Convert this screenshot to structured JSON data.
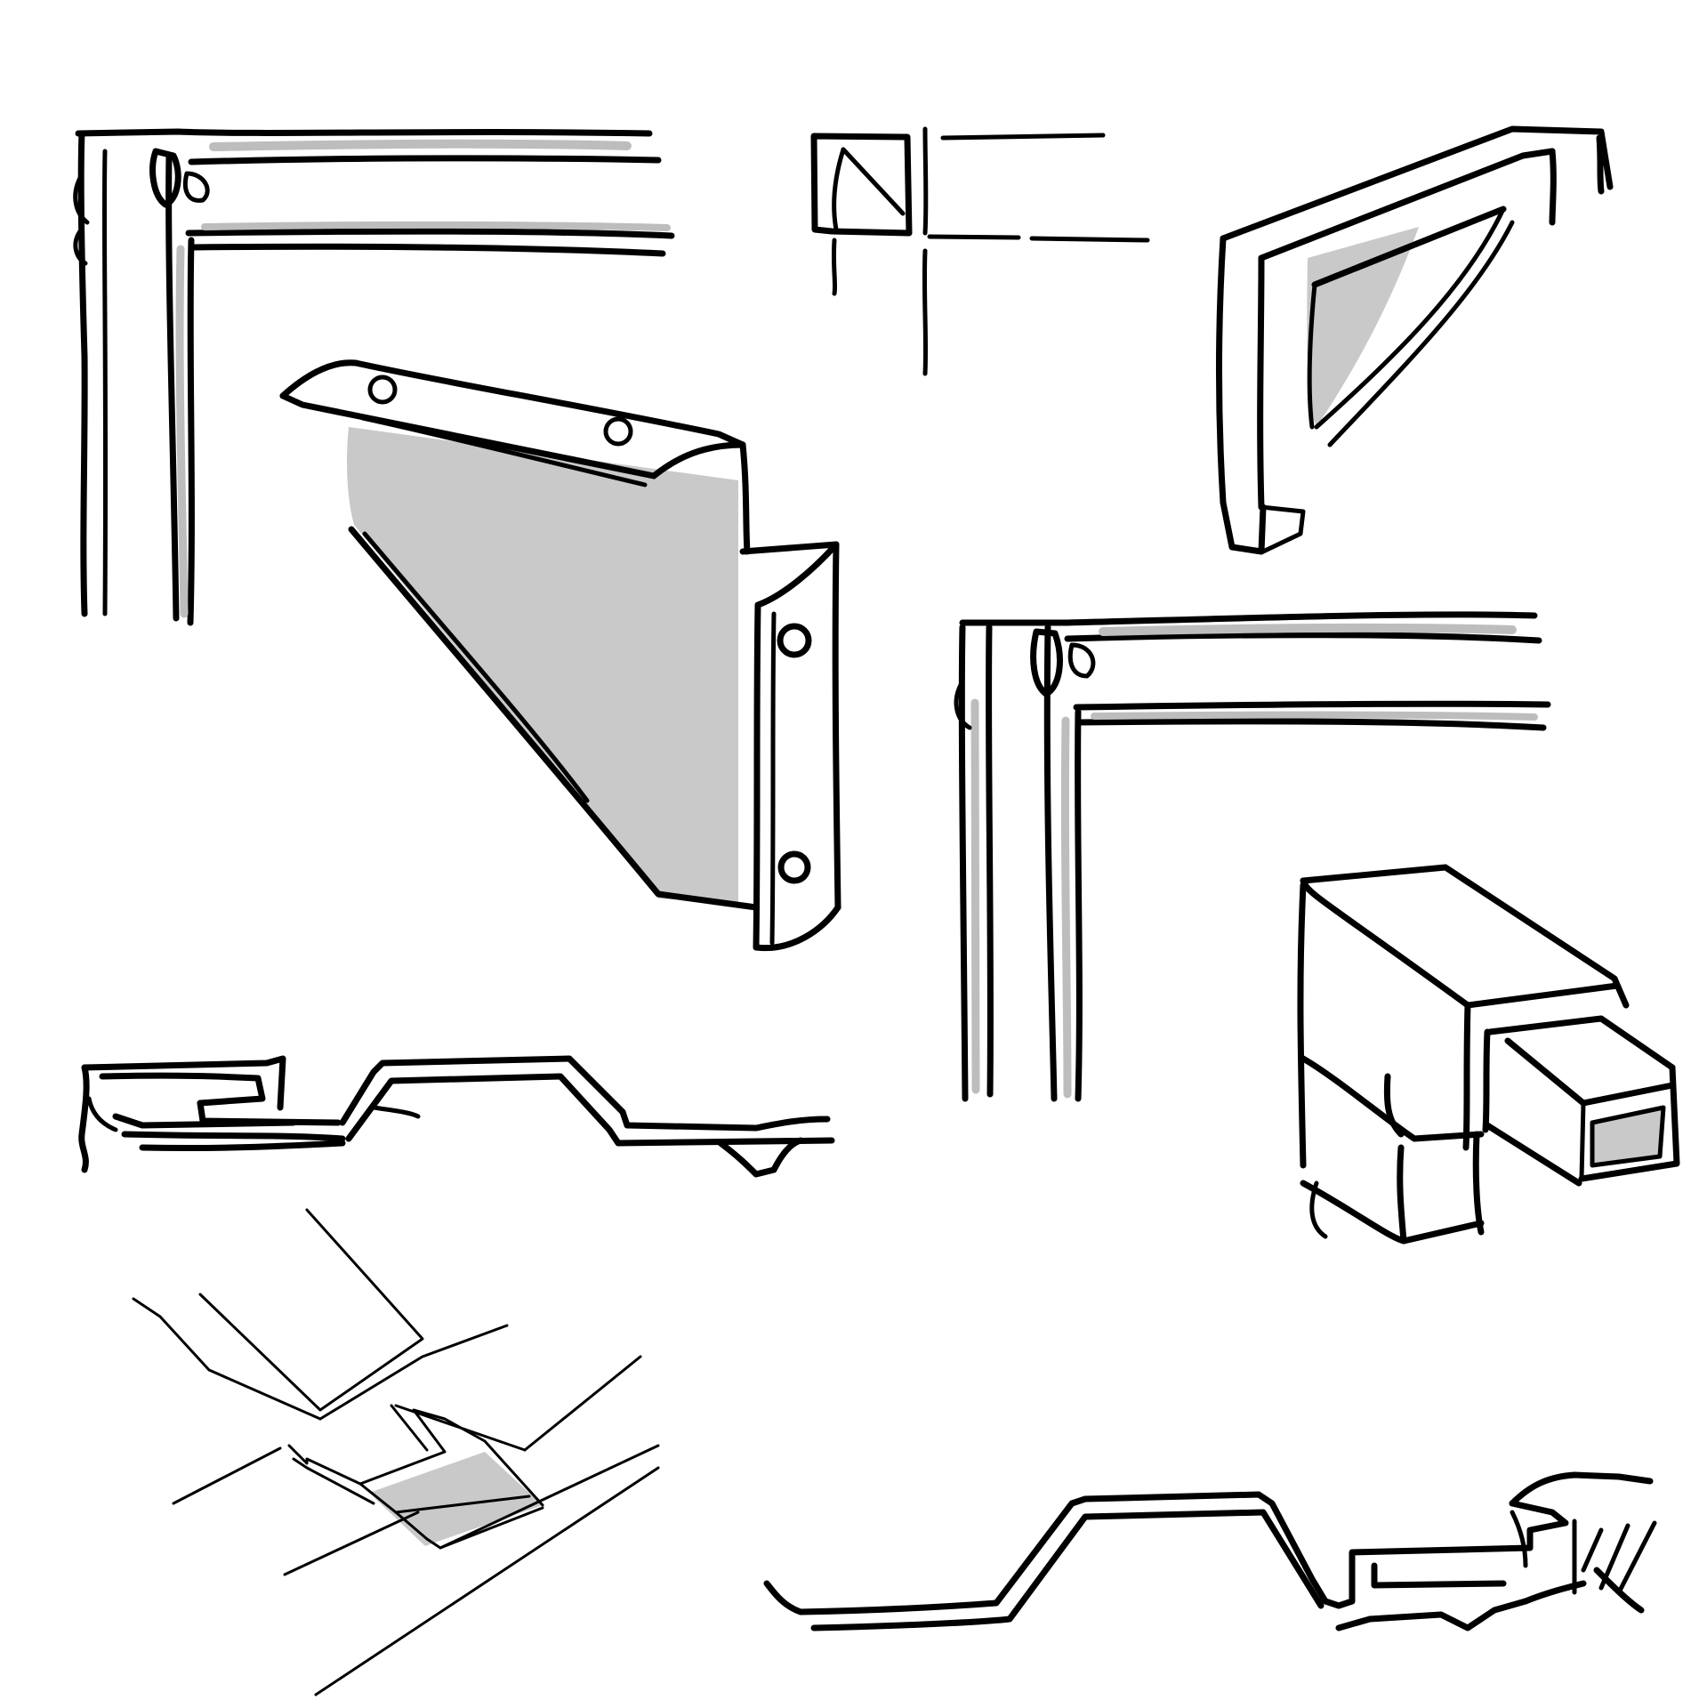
{
  "figure": {
    "background": "#ffffff",
    "ink_color": "#000000",
    "fill_color": "#c9c9c9",
    "style": "hand-drawn line sketches of construction details",
    "items": [
      {
        "name": "frame-corner-detail",
        "kind": "L-shaped corner section"
      },
      {
        "name": "small-corner-section",
        "kind": "square section with diagonal"
      },
      {
        "name": "angle-bracket-3d",
        "kind": "isometric L bracket"
      },
      {
        "name": "triangular-gusset-bracket",
        "kind": "bracket with shaded gusset plate and screw holes"
      },
      {
        "name": "frame-corner-detail-2",
        "kind": "L-shaped corner section"
      },
      {
        "name": "stepped-profile-section",
        "kind": "horizontal stepped profile"
      },
      {
        "name": "box-tee-junction",
        "kind": "rectangular duct junction"
      },
      {
        "name": "lap-joint-isometric",
        "kind": "isometric lap joint with shaded strip"
      },
      {
        "name": "stepped-profile-section-2",
        "kind": "horizontal stepped profile"
      }
    ]
  }
}
